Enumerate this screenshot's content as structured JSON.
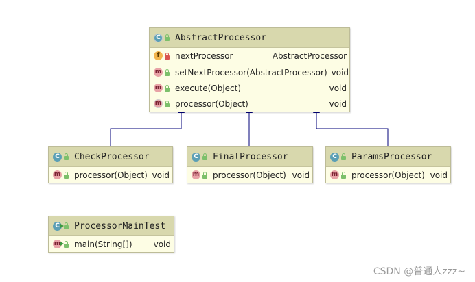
{
  "classes": {
    "abstract_processor": {
      "name": "AbstractProcessor",
      "fields": [
        {
          "kind": "f",
          "visibility": "private",
          "name": "nextProcessor",
          "type": "AbstractProcessor"
        }
      ],
      "methods": [
        {
          "kind": "m",
          "visibility": "public",
          "name": "setNextProcessor(AbstractProcessor)",
          "type": "void"
        },
        {
          "kind": "m",
          "visibility": "public",
          "name": "execute(Object)",
          "type": "void"
        },
        {
          "kind": "m",
          "visibility": "public",
          "abstract": true,
          "name": "processor(Object)",
          "type": "void"
        }
      ]
    },
    "check_processor": {
      "name": "CheckProcessor",
      "methods": [
        {
          "kind": "m",
          "visibility": "public",
          "name": "processor(Object)",
          "type": "void"
        }
      ]
    },
    "final_processor": {
      "name": "FinalProcessor",
      "methods": [
        {
          "kind": "m",
          "visibility": "public",
          "name": "processor(Object)",
          "type": "void"
        }
      ]
    },
    "params_processor": {
      "name": "ParamsProcessor",
      "methods": [
        {
          "kind": "m",
          "visibility": "public",
          "name": "processor(Object)",
          "type": "void"
        }
      ]
    },
    "processor_main_test": {
      "name": "ProcessorMainTest",
      "methods": [
        {
          "kind": "m",
          "visibility": "public",
          "static": true,
          "name": "main(String[])",
          "type": "void"
        }
      ]
    }
  },
  "relations": [
    {
      "from": "CheckProcessor",
      "to": "AbstractProcessor",
      "type": "extends"
    },
    {
      "from": "FinalProcessor",
      "to": "AbstractProcessor",
      "type": "extends"
    },
    {
      "from": "ParamsProcessor",
      "to": "AbstractProcessor",
      "type": "extends"
    }
  ],
  "colors": {
    "header": "#d8d8ad",
    "body": "#fdfde4",
    "border": "#bdbc98",
    "arrow": "#00007a",
    "class_icon": "#5b9fb5",
    "method_icon": "#e8a2a6",
    "field_icon": "#f3b54e",
    "public_icon": "#7cc06b",
    "private_icon": "#d9534f"
  },
  "watermark": "CSDN @普通人zzz~"
}
